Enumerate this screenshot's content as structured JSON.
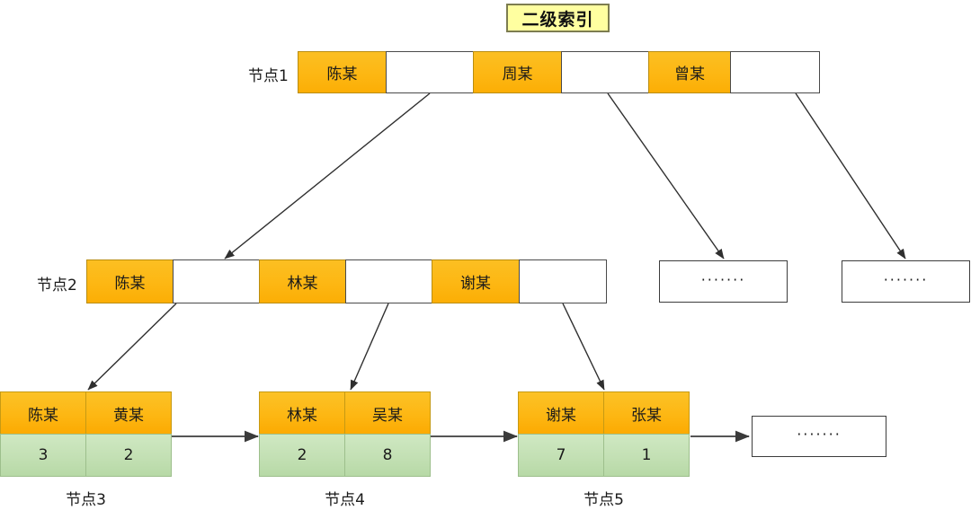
{
  "title": "二级索引",
  "levels": {
    "level1": {
      "label": "节点1",
      "cells": [
        {
          "type": "key",
          "text": "陈某"
        },
        {
          "type": "ptr",
          "text": ""
        },
        {
          "type": "key",
          "text": "周某"
        },
        {
          "type": "ptr",
          "text": ""
        },
        {
          "type": "key",
          "text": "曾某"
        },
        {
          "type": "ptr",
          "text": ""
        }
      ]
    },
    "level2": {
      "label": "节点2",
      "cells": [
        {
          "type": "key",
          "text": "陈某"
        },
        {
          "type": "ptr",
          "text": ""
        },
        {
          "type": "key",
          "text": "林某"
        },
        {
          "type": "ptr",
          "text": ""
        },
        {
          "type": "key",
          "text": "谢某"
        },
        {
          "type": "ptr",
          "text": ""
        }
      ],
      "ellipsis_boxes": [
        {
          "text": "·······"
        },
        {
          "text": "·······"
        }
      ]
    }
  },
  "leaves": [
    {
      "name": "节点3",
      "keys": [
        "陈某",
        "黄某"
      ],
      "values": [
        "3",
        "2"
      ]
    },
    {
      "name": "节点4",
      "keys": [
        "林某",
        "吴某"
      ],
      "values": [
        "2",
        "8"
      ]
    },
    {
      "name": "节点5",
      "keys": [
        "谢某",
        "张某"
      ],
      "values": [
        "7",
        "1"
      ]
    }
  ],
  "leaf_tail_ellipsis": {
    "text": "·······"
  },
  "colors": {
    "key_orange": "#fdb713",
    "value_green": "#c3e0b4",
    "title_yellow": "#ffffa0",
    "border_dark": "#4a4a4a",
    "arrow": "#3c3c3c"
  }
}
